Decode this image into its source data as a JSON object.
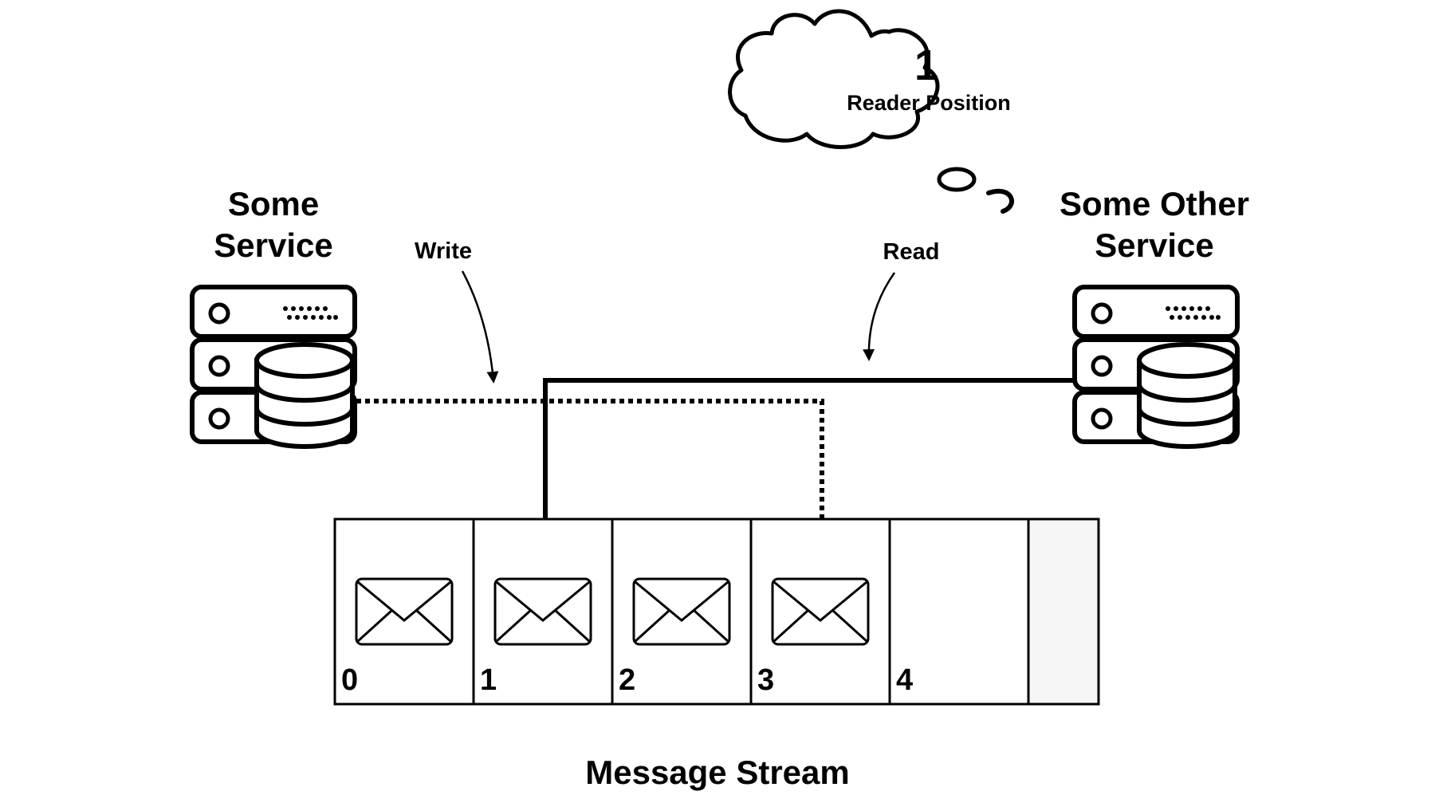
{
  "services": {
    "left": {
      "line1": "Some",
      "line2": "Service"
    },
    "right": {
      "line1": "Some Other",
      "line2": "Service"
    }
  },
  "labels": {
    "write": "Write",
    "read": "Read"
  },
  "thought": {
    "value": "1",
    "caption": "Reader Position"
  },
  "stream": {
    "title": "Message Stream",
    "cells": [
      "0",
      "1",
      "2",
      "3",
      "4"
    ]
  },
  "icons": {
    "service": "server-database-icon",
    "message": "envelope-icon",
    "thought": "thought-cloud-icon"
  }
}
